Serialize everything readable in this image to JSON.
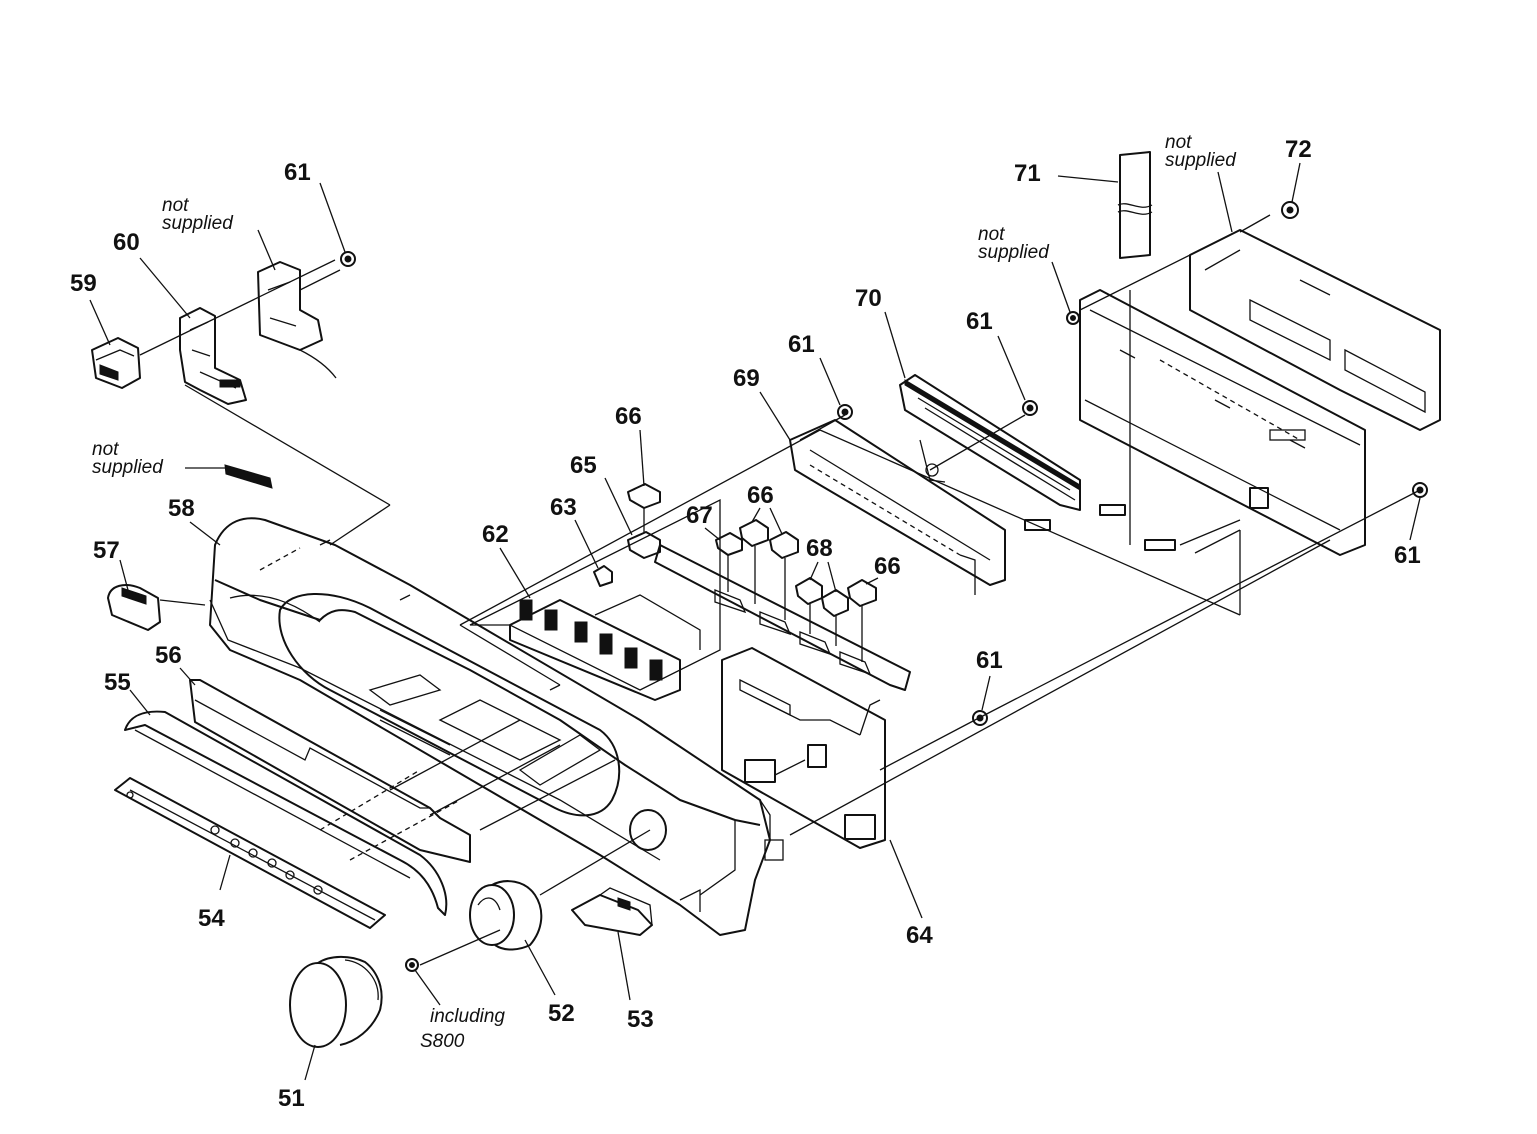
{
  "parts": {
    "p51": "51",
    "p52": "52",
    "p53": "53",
    "p54": "54",
    "p55": "55",
    "p56": "56",
    "p57": "57",
    "p58": "58",
    "p59": "59",
    "p60": "60",
    "p61": "61",
    "p62": "62",
    "p63": "63",
    "p64": "64",
    "p65": "65",
    "p66": "66",
    "p67": "67",
    "p68": "68",
    "p69": "69",
    "p70": "70",
    "p71": "71",
    "p72": "72"
  },
  "notes": {
    "not_word": "not",
    "supplied_word": "supplied",
    "including_word": "including",
    "s800": "S800"
  }
}
